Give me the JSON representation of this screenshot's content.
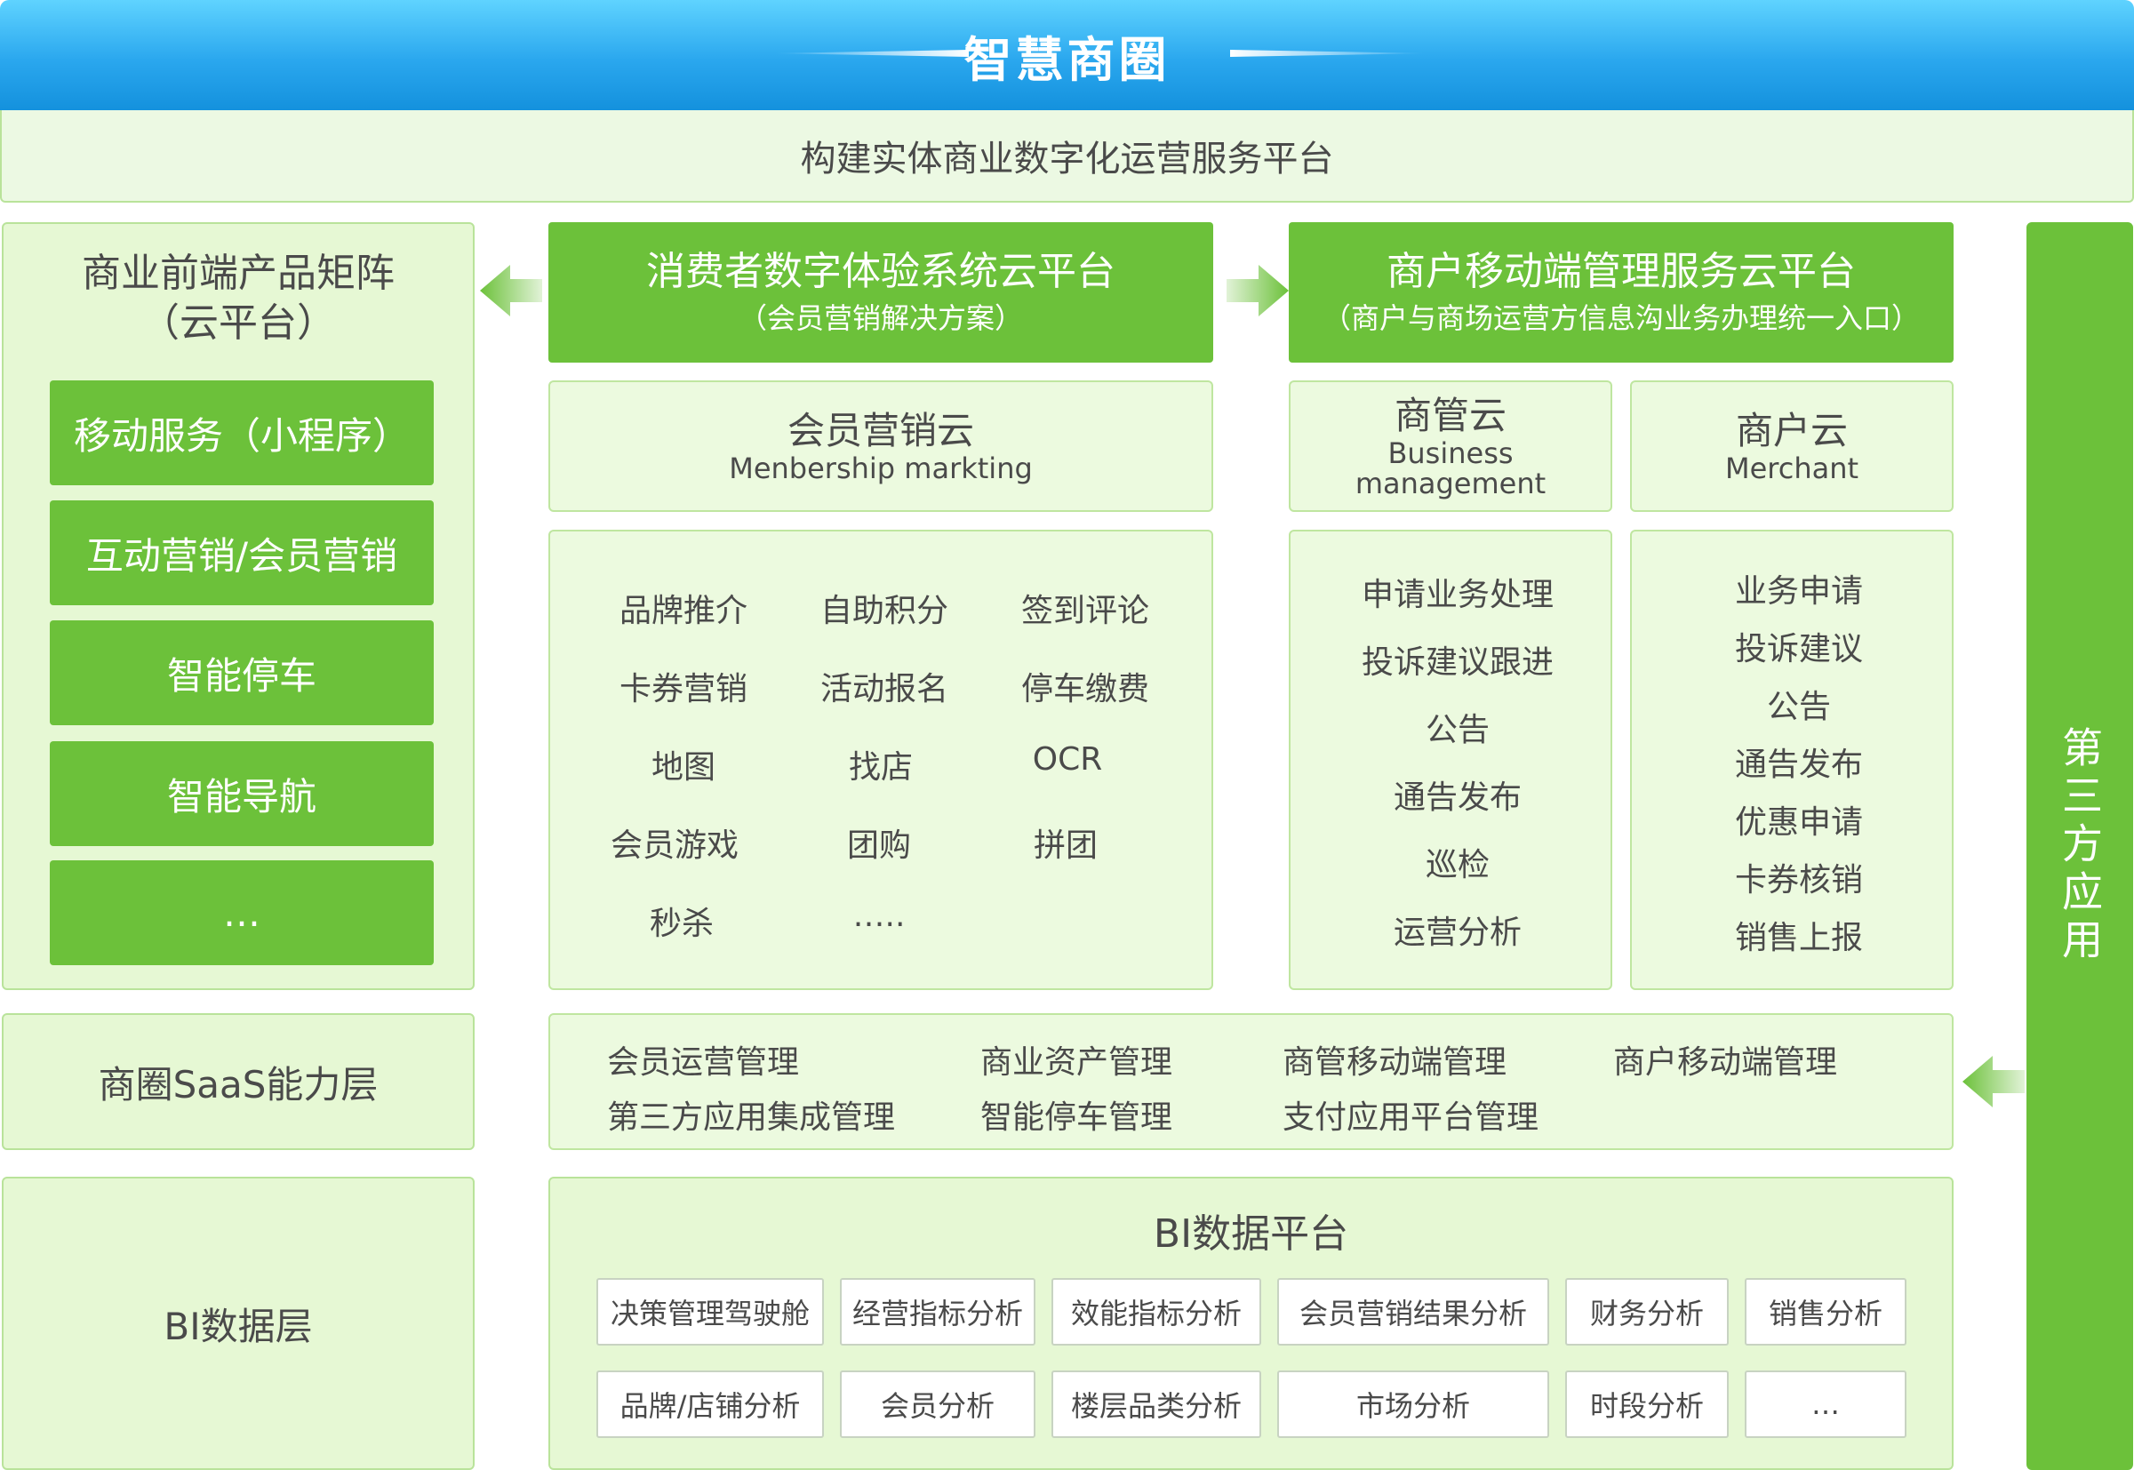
{
  "header": {
    "title": "智慧商圈",
    "subtitle": "构建实体商业数字化运营服务平台"
  },
  "left": {
    "title_line1": "商业前端产品矩阵",
    "title_line2": "（云平台）",
    "buttons": [
      "移动服务（小程序）",
      "互动营销/会员营销",
      "智能停车",
      "智能导航",
      "…"
    ],
    "saas_label": "商圈SaaS能力层",
    "bi_label": "BI数据层"
  },
  "consumer": {
    "title": "消费者数字体验系统云平台",
    "subtitle": "（会员营销解决方案）",
    "member_cloud": {
      "title": "会员营销云",
      "subtitle": "Menbership markting"
    },
    "features": [
      [
        "品牌推介",
        "自助积分",
        "签到评论"
      ],
      [
        "卡券营销",
        "活动报名",
        "停车缴费"
      ],
      [
        "地图",
        "找店",
        "OCR"
      ],
      [
        "会员游戏",
        "团购",
        "拼团"
      ],
      [
        "秒杀",
        "….."
      ]
    ]
  },
  "merchant": {
    "title": "商户移动端管理服务云平台",
    "subtitle": "（商户与商场运营方信息沟业务办理统一入口）",
    "mgmt_cloud": {
      "title": "商管云",
      "subtitle_line1": "Business",
      "subtitle_line2": "management"
    },
    "merchant_cloud": {
      "title": "商户云",
      "subtitle": "Merchant"
    },
    "mgmt_list": [
      "申请业务处理",
      "投诉建议跟进",
      "公告",
      "通告发布",
      "巡检",
      "运营分析"
    ],
    "merchant_list": [
      "业务申请",
      "投诉建议",
      "公告",
      "通告发布",
      "优惠申请",
      "卡券核销",
      "销售上报"
    ]
  },
  "saas": {
    "items": [
      [
        "会员运营管理",
        "商业资产管理",
        "商管移动端管理",
        "商户移动端管理"
      ],
      [
        "第三方应用集成管理",
        "智能停车管理",
        "支付应用平台管理"
      ]
    ]
  },
  "bi": {
    "title": "BI数据平台",
    "row1": [
      "决策管理驾驶舱",
      "经营指标分析",
      "效能指标分析",
      "会员营销结果分析",
      "财务分析",
      "销售分析"
    ],
    "row2": [
      "品牌/店铺分析",
      "会员分析",
      "楼层品类分析",
      "市场分析",
      "时段分析",
      "…"
    ]
  },
  "third_party": {
    "label": "第三方应用"
  },
  "colors": {
    "header_blue": "#2aa7ee",
    "accent_green": "#6cc13a",
    "panel_green": "#e6f8d4",
    "border_green": "#b9e39a"
  }
}
